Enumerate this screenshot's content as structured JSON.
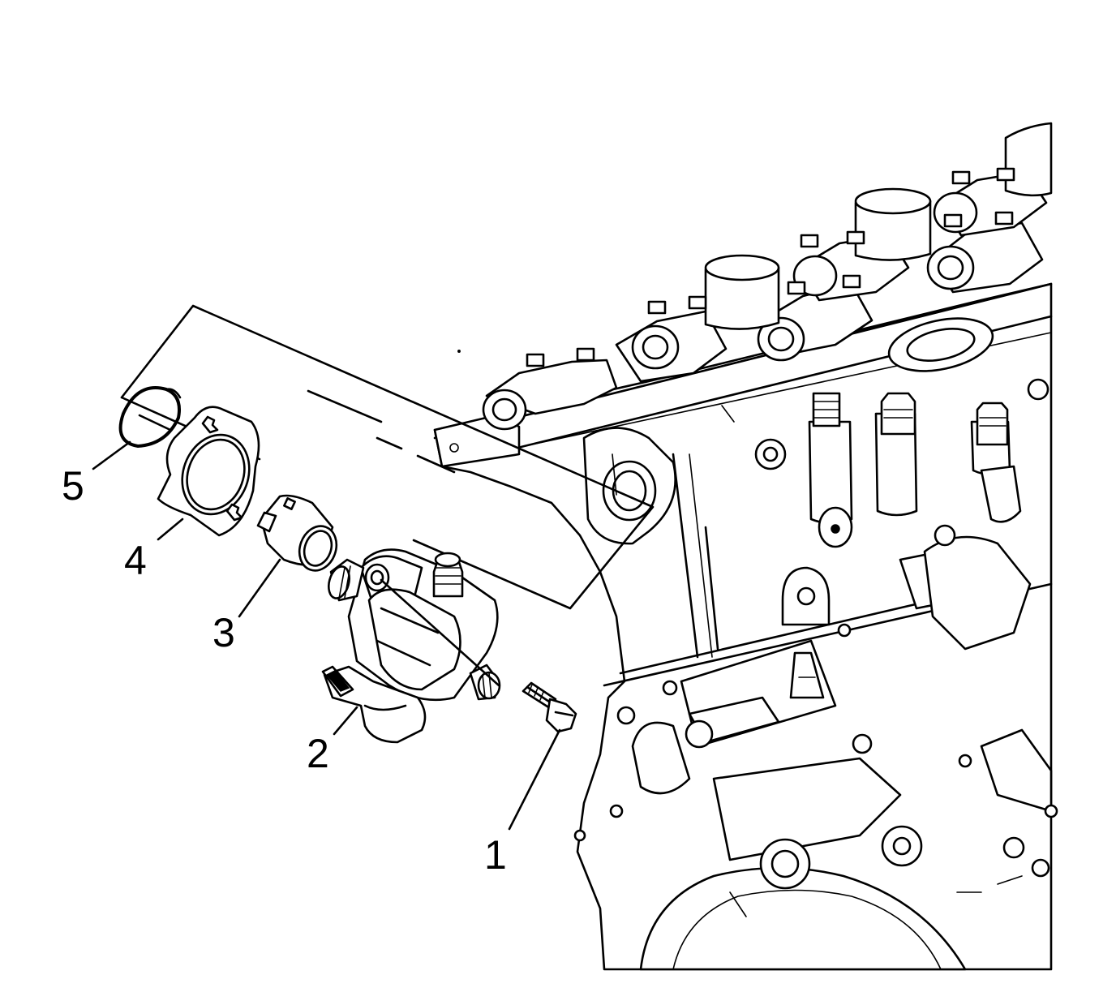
{
  "callouts": [
    {
      "label": "1",
      "part": "bolt"
    },
    {
      "label": "2",
      "part": "fuel-pump"
    },
    {
      "label": "3",
      "part": "pump-follower"
    },
    {
      "label": "4",
      "part": "follower-guide"
    },
    {
      "label": "5",
      "part": "retaining-ring"
    }
  ]
}
